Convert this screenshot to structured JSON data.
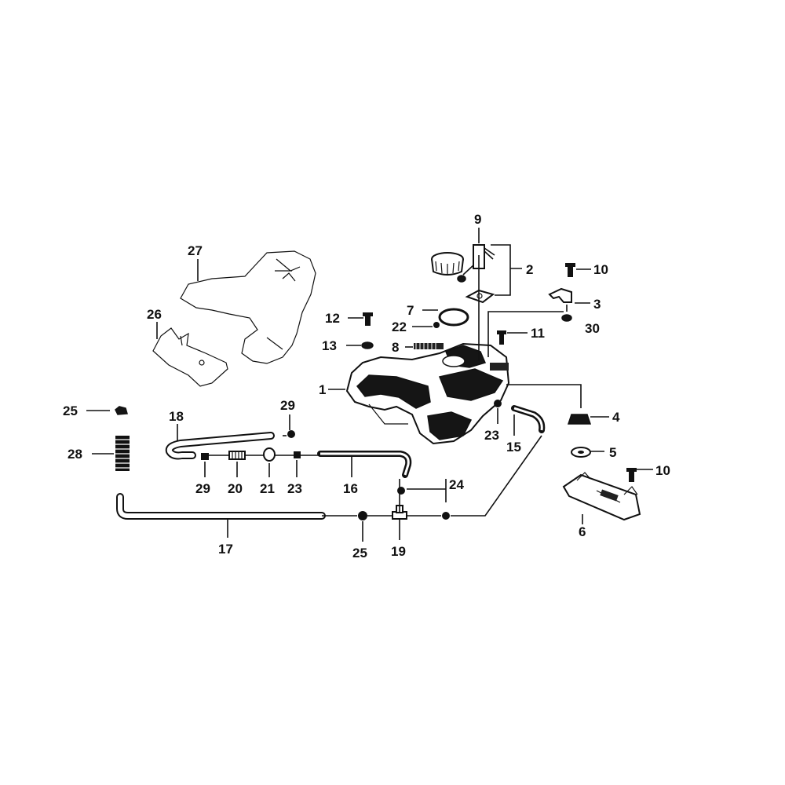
{
  "callouts": {
    "c1": "1",
    "c2": "2",
    "c3": "3",
    "c4": "4",
    "c5": "5",
    "c6": "6",
    "c7": "7",
    "c8": "8",
    "c9": "9",
    "c10a": "10",
    "c10b": "10",
    "c11": "11",
    "c12": "12",
    "c13": "13",
    "c15": "15",
    "c16": "16",
    "c17": "17",
    "c18": "18",
    "c19": "19",
    "c20": "20",
    "c21": "21",
    "c22": "22",
    "c23a": "23",
    "c23b": "23",
    "c24": "24",
    "c25a": "25",
    "c25b": "25",
    "c26": "26",
    "c27": "27",
    "c28": "28",
    "c29a": "29",
    "c29b": "29",
    "c30": "30"
  }
}
